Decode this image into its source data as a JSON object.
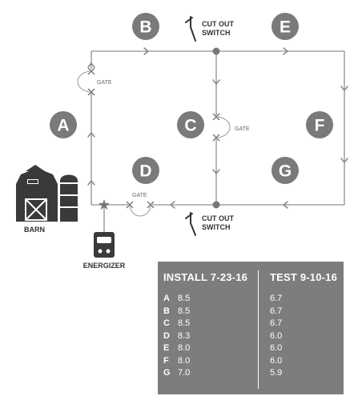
{
  "nodes": [
    {
      "id": "A",
      "label": "A"
    },
    {
      "id": "B",
      "label": "B"
    },
    {
      "id": "C",
      "label": "C"
    },
    {
      "id": "D",
      "label": "D"
    },
    {
      "id": "E",
      "label": "E"
    },
    {
      "id": "F",
      "label": "F"
    },
    {
      "id": "G",
      "label": "G"
    }
  ],
  "gates": {
    "left": "GATE",
    "center": "GATE",
    "bottom": "GATE"
  },
  "switches": {
    "top": {
      "line1": "CUT OUT",
      "line2": "SWITCH"
    },
    "bottom": {
      "line1": "CUT OUT",
      "line2": "SWITCH"
    }
  },
  "captions": {
    "barn": "BARN",
    "energizer": "ENERGIZER"
  },
  "colors": {
    "node_fill": "#7a7a7a",
    "wire": "#909090",
    "barn": "#3a3a3a",
    "table_bg": "#7d7d7d"
  },
  "readings": {
    "install_header": "INSTALL 7-23-16",
    "test_header": "TEST 9-10-16",
    "rows": [
      {
        "zone": "A",
        "install": "8.5",
        "test": "6.7"
      },
      {
        "zone": "B",
        "install": "8.5",
        "test": "6.7"
      },
      {
        "zone": "C",
        "install": "8.5",
        "test": "6.7"
      },
      {
        "zone": "D",
        "install": "8.3",
        "test": "6.0"
      },
      {
        "zone": "E",
        "install": "8.0",
        "test": "6.0"
      },
      {
        "zone": "F",
        "install": "8.0",
        "test": "6.0"
      },
      {
        "zone": "G",
        "install": "7.0",
        "test": "5.9"
      }
    ]
  }
}
